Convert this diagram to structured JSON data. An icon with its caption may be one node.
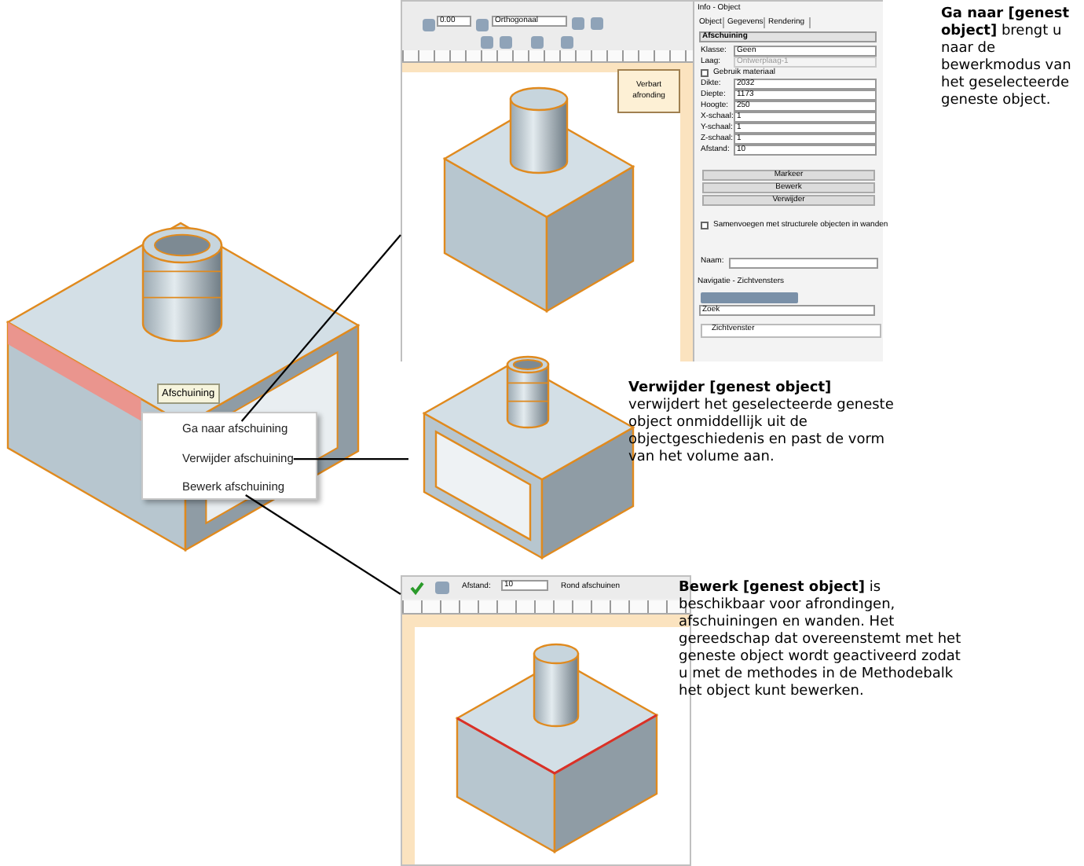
{
  "diagram": {
    "nodes": [
      {
        "text": [],
        "shape": "picture"
      },
      {
        "text": [
          "Afschuining"
        ],
        "in": 0
      },
      {
        "text": [],
        "shape": "box"
      },
      {
        "text": [
          "Ga naar afschuining"
        ],
        "in": 2
      },
      {
        "text": [
          "Verwijder afschuining"
        ],
        "in": 2
      },
      {
        "text": [
          "Bewerk afschuining"
        ],
        "in": 2
      },
      {
        "text": [],
        "shape": "picture"
      },
      {
        "text": [],
        "shape": "picture"
      },
      {
        "text": [],
        "shape": "picture"
      }
    ],
    "edges": [
      {
        "from": 3,
        "to": 6,
        "arrow": "none"
      },
      {
        "from": 4,
        "to": 7,
        "arrow": "none"
      },
      {
        "from": 5,
        "to": 8,
        "arrow": "none"
      }
    ],
    "labels": [
      "0.00",
      "Orthogonaal",
      "Verbart afronding",
      "Info - Object",
      "Object",
      "Gegevens",
      "Rendering",
      "Afschuining",
      "Klasse:",
      "Geen",
      "Laag:",
      "Ontwerplaag-1",
      "Gebruik materiaal",
      "Dikte:",
      "2032",
      "Diepte:",
      "1173",
      "Hoogte:",
      "250",
      "X-schaal:",
      "1",
      "Y-schaal:",
      "1",
      "Z-schaal:",
      "1",
      "Afstand:",
      "10",
      "Markeer",
      "Bewerk",
      "Verwijder",
      "Samenvoegen met structurele objecten in wanden",
      "Naam:",
      "Navigatie - Zichtvensters",
      "Zoek",
      "Zichtvenster",
      "Afstand:",
      "10",
      "Rond afschuinen",
      "**Ga naar [genest object]** brengt u naar de bewerkmodus van het geselecteerde geneste object.",
      "**Verwijder [genest object]** verwijdert het geselecteerde geneste object onmiddellijk uit de objectgeschiedenis en past de vorm van het volume aan.",
      "**Bewerk [genest object]** is beschikbaar voor afrondingen, afschuiningen en wanden. Het gereedschap dat overeenstemt met het geneste object wordt geactiveerd zodat u met de methodes in de Methodebalk het object kunt bewerken."
    ]
  }
}
